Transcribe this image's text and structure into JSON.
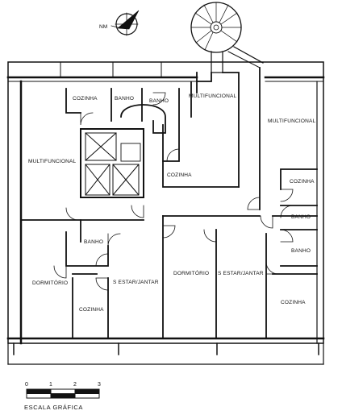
{
  "north_label": "NM",
  "rooms": {
    "cozinha_top": "COZINHA",
    "banho_top_1": "BANHO",
    "banho_top_2": "BANHO",
    "multifuncional_center": "MULTIFUNCIONAL",
    "multifuncional_right": "MULTIFUNCIONAL",
    "multifuncional_left": "MULTIFUNCIONAL",
    "cozinha_center": "COZINHA",
    "cozinha_right": "COZINHA",
    "banho_right_1": "BANHO",
    "banho_right_2": "BANHO",
    "banho_lower_left": "BANHO",
    "dormitorio_left": "DORMITÓRIO",
    "estar_jantar_left": "S ESTAR/JANTAR",
    "dormitorio_center": "DORMITÓRIO",
    "estar_jantar_center": "S ESTAR/JANTAR",
    "cozinha_lower_left": "COZINHA",
    "cozinha_lower_right": "COZINHA"
  },
  "scale": {
    "ticks": [
      "0",
      "1",
      "2",
      "3"
    ],
    "caption": "ESCALA GRÁFICA"
  }
}
